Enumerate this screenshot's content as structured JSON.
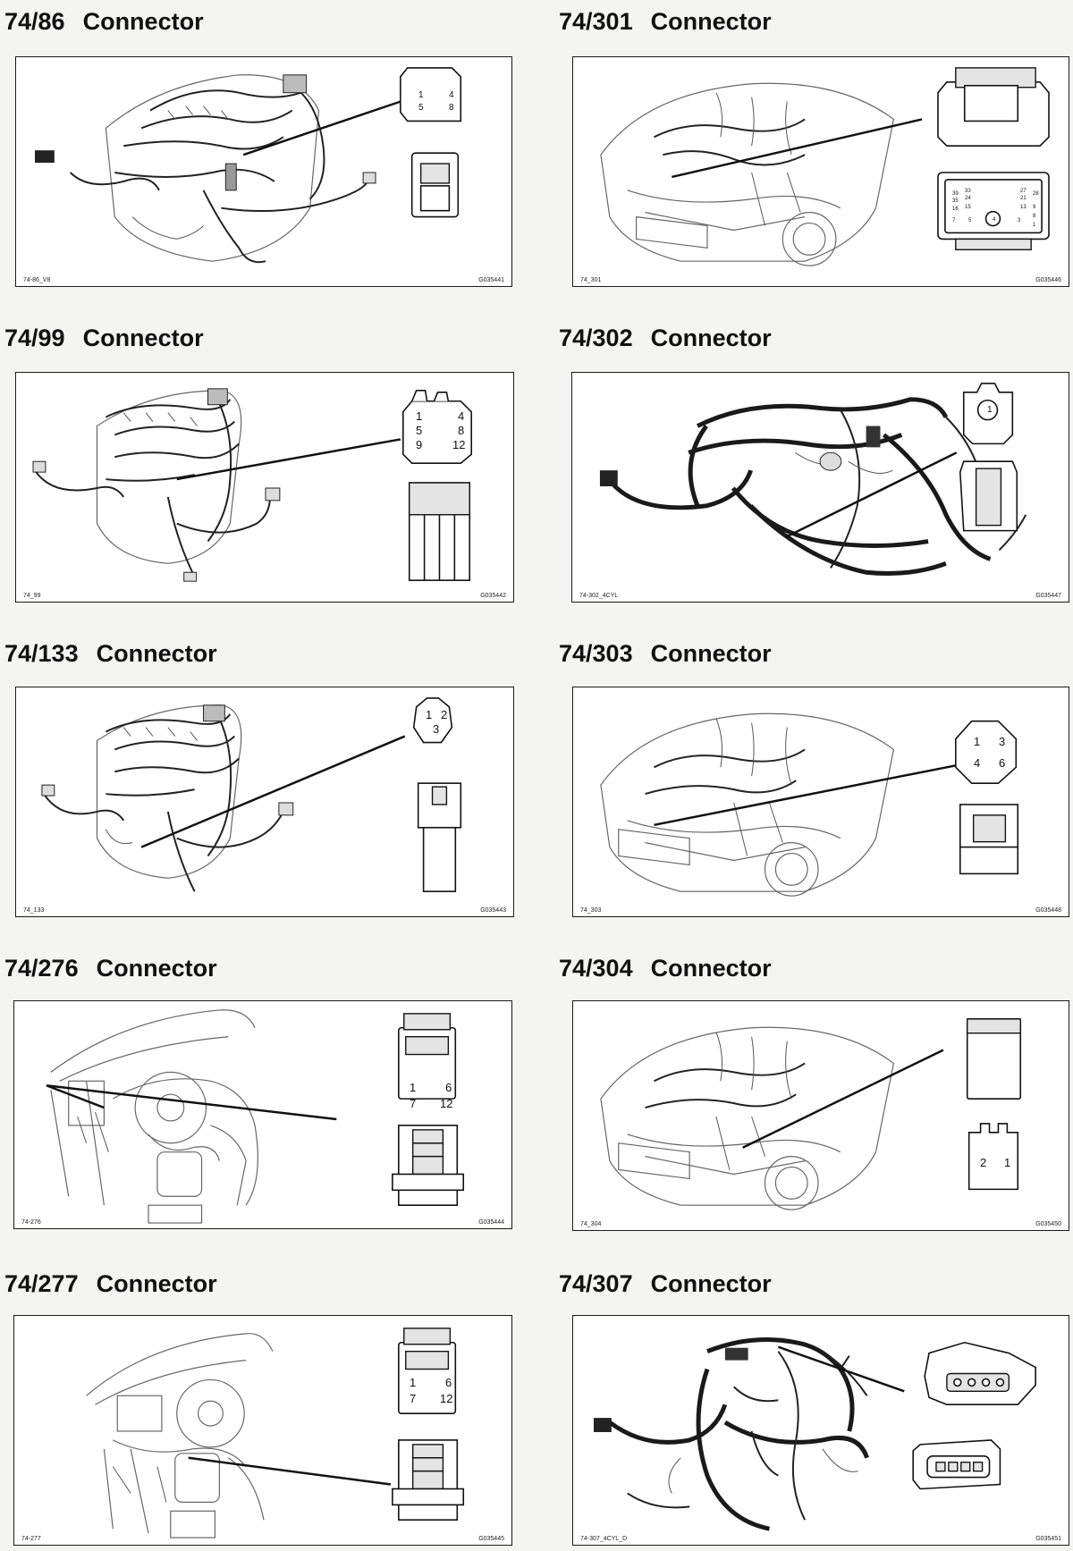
{
  "entries": [
    {
      "id": "74-86",
      "code": "74/86",
      "label": "Connector",
      "figure_id": "74-86_V8",
      "figure_ref": "G035441",
      "pins": [
        "1",
        "4",
        "5",
        "8"
      ]
    },
    {
      "id": "74-301",
      "code": "74/301",
      "label": "Connector",
      "figure_id": "74_301",
      "figure_ref": "G035446",
      "pins": [
        "39",
        "33",
        "27",
        "35",
        "24",
        "21",
        "28",
        "16",
        "15",
        "13",
        "9",
        "8",
        "7",
        "5",
        "4",
        "3",
        "1"
      ]
    },
    {
      "id": "74-99",
      "code": "74/99",
      "label": "Connector",
      "figure_id": "74_99",
      "figure_ref": "G035442",
      "pins": [
        "1",
        "4",
        "5",
        "8",
        "9",
        "12"
      ]
    },
    {
      "id": "74-302",
      "code": "74/302",
      "label": "Connector",
      "figure_id": "74-302_4CYL",
      "figure_ref": "G035447",
      "pins": [
        "1"
      ]
    },
    {
      "id": "74-133",
      "code": "74/133",
      "label": "Connector",
      "figure_id": "74_133",
      "figure_ref": "G035443",
      "pins": [
        "1",
        "2",
        "3"
      ]
    },
    {
      "id": "74-303",
      "code": "74/303",
      "label": "Connector",
      "figure_id": "74_303",
      "figure_ref": "G035448",
      "pins": [
        "1",
        "3",
        "4",
        "6"
      ]
    },
    {
      "id": "74-276",
      "code": "74/276",
      "label": "Connector",
      "figure_id": "74-276",
      "figure_ref": "G035444",
      "pins": [
        "1",
        "6",
        "7",
        "12"
      ]
    },
    {
      "id": "74-304",
      "code": "74/304",
      "label": "Connector",
      "figure_id": "74_304",
      "figure_ref": "G035450",
      "pins": [
        "2",
        "1"
      ]
    },
    {
      "id": "74-277",
      "code": "74/277",
      "label": "Connector",
      "figure_id": "74-277",
      "figure_ref": "G035445",
      "pins": [
        "1",
        "6",
        "7",
        "12"
      ]
    },
    {
      "id": "74-307",
      "code": "74/307",
      "label": "Connector",
      "figure_id": "74-307_4CYL_D",
      "figure_ref": "G035451",
      "pins": []
    }
  ]
}
